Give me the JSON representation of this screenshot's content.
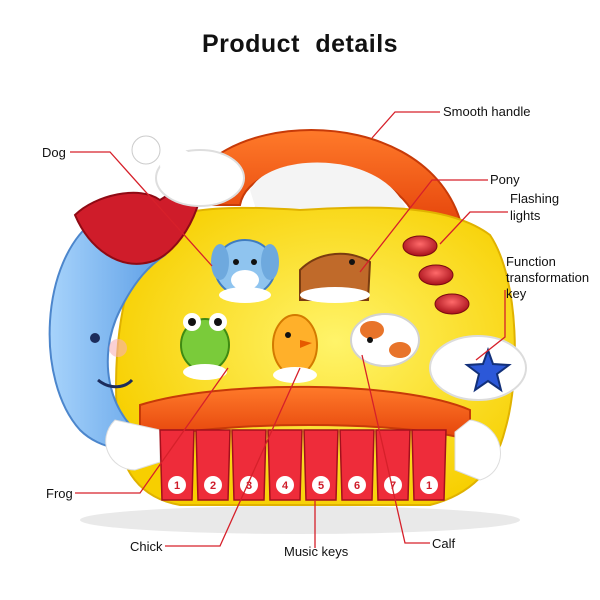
{
  "heading": "Product details",
  "labels": {
    "smooth_handle": "Smooth handle",
    "dog": "Dog",
    "pony": "Pony",
    "flashing_lights_1": "Flashing",
    "flashing_lights_2": "lights",
    "function_key_1": "Function",
    "function_key_2": "transformation",
    "function_key_3": "key",
    "frog": "Frog",
    "chick": "Chick",
    "music_keys": "Music keys",
    "calf": "Calf"
  },
  "piano_keys": [
    "1",
    "2",
    "3",
    "4",
    "5",
    "6",
    "7",
    "1"
  ],
  "colors": {
    "leader_line": "#d6202a",
    "body_yellow": "#ffe21a",
    "handle_orange": "#f25a12",
    "moon_blue": "#7db9ee",
    "key_red": "#ee2c3a",
    "star_blue": "#2c58d8"
  }
}
